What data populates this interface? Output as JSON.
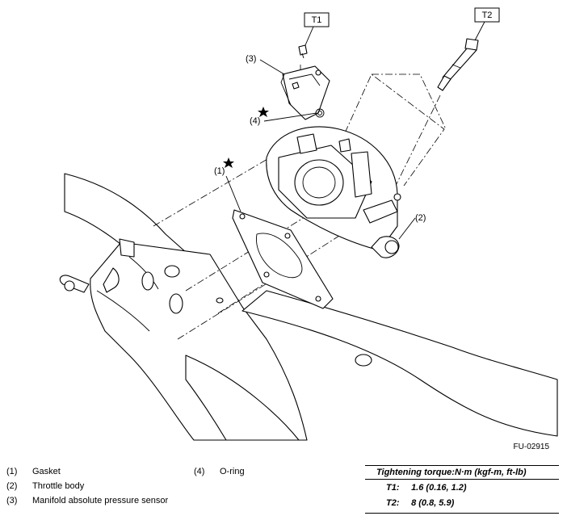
{
  "callouts": {
    "gasket": "(1)",
    "throttle_body": "(2)",
    "map_sensor": "(3)",
    "o_ring": "(4)"
  },
  "torque_tags": {
    "t1": "T1",
    "t2": "T2"
  },
  "figure_code": "FU-02915",
  "legend": [
    {
      "num": "(1)",
      "text": "Gasket"
    },
    {
      "num": "(2)",
      "text": "Throttle body"
    },
    {
      "num": "(3)",
      "text": "Manifold absolute pressure sensor"
    },
    {
      "num": "(4)",
      "text": "O-ring"
    }
  ],
  "torque": {
    "heading": "Tightening torque:N·m (kgf-m, ft-lb)",
    "rows": [
      {
        "key": "T1:",
        "value": "1.6 (0.16, 1.2)"
      },
      {
        "key": "T2:",
        "value": "8 (0.8, 5.9)"
      }
    ]
  }
}
